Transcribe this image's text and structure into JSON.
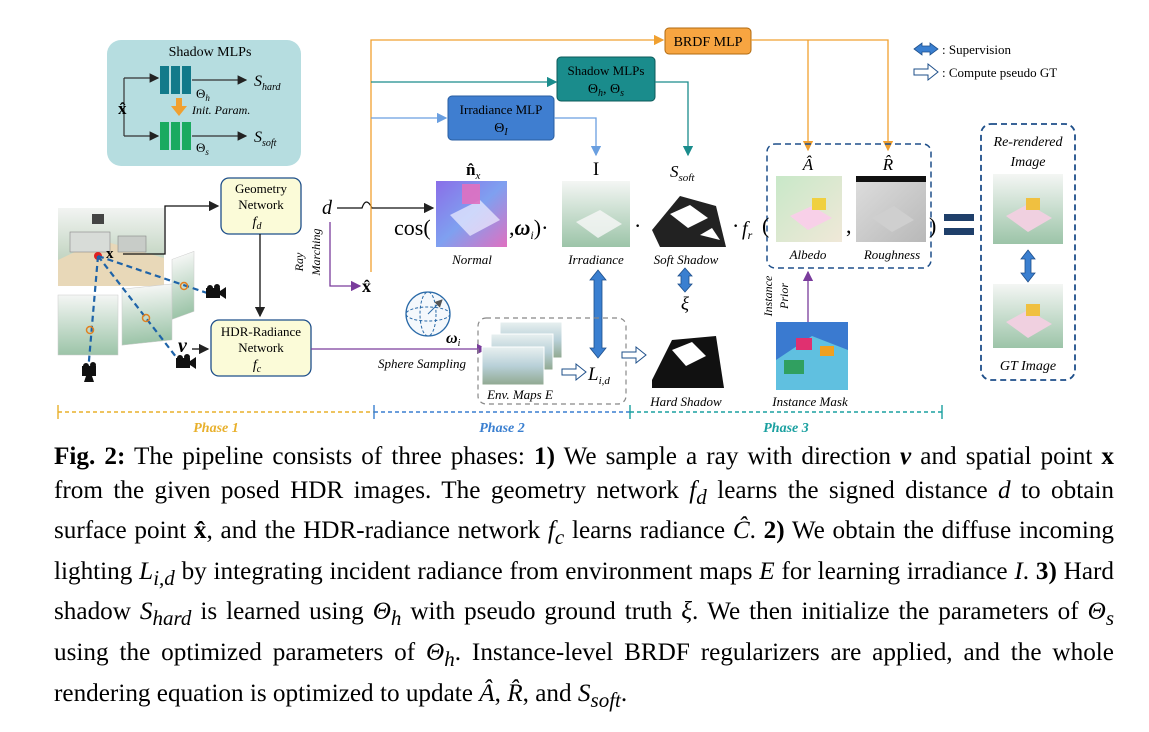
{
  "shadow_inset": {
    "title": "Shadow MLPs",
    "theta_h": "Θ",
    "theta_h_sub": "h",
    "theta_s": "Θ",
    "theta_s_sub": "s",
    "s_hard": "S",
    "s_hard_sub": "hard",
    "s_soft": "S",
    "s_soft_sub": "soft",
    "init_param": "Init. Param.",
    "x_hat": "x̂"
  },
  "nodes": {
    "geometry_network": {
      "line1": "Geometry",
      "line2": "Network",
      "sym": "f",
      "sub": "d"
    },
    "hdr_radiance_network": {
      "line1": "HDR-Radiance",
      "line2": "Network",
      "sym": "f",
      "sub": "c"
    },
    "brdf_mlp": "BRDF MLP",
    "shadow_mlps": {
      "line1": "Shadow MLPs",
      "line2": "Θ",
      "sub1": "h",
      "sep": ", Θ",
      "sub2": "s"
    },
    "irradiance_mlp": {
      "line1": "Irradiance MLP",
      "line2": "Θ",
      "sub": "I"
    }
  },
  "legend": {
    "supervision": ": Supervision",
    "pseudo_gt": ": Compute pseudo GT"
  },
  "labels": {
    "d": "d",
    "x_hat": "x̂",
    "v": "v",
    "ray_marching_1": "Ray",
    "ray_marching_2": "Marching",
    "sphere_sampling": "Sphere Sampling",
    "omega_i": "ω",
    "omega_sub": "i",
    "n_hat": "n̂",
    "n_sub": "x",
    "cos_open": "cos(",
    "comma_omega": ",",
    "paren_dot": ")·",
    "I": "I",
    "s_soft": "S",
    "s_soft_sub": "soft",
    "dot": "·",
    "f_r": "f",
    "f_r_sub": "r",
    "paren_open": "(",
    "comma": ",",
    "paren_close": ")",
    "A_hat": "Â",
    "R_hat": "R̂",
    "xi": "ξ",
    "L": "L",
    "L_sub": "i,d",
    "normal": "Normal",
    "irradiance": "Irradiance",
    "soft_shadow": "Soft Shadow",
    "albedo": "Albedo",
    "roughness": "Roughness",
    "env_maps": "Env. Maps E",
    "hard_shadow": "Hard Shadow",
    "instance_mask": "Instance Mask",
    "instance_prior_1": "Instance",
    "instance_prior_2": "Prior",
    "rerendered_1": "Re-rendered",
    "rerendered_2": "Image",
    "gt_image": "GT Image",
    "phase1": "Phase 1",
    "phase2": "Phase 2",
    "phase3": "Phase 3"
  },
  "colors": {
    "orange": "#f0a030",
    "teal": "#1a8c8c",
    "blue": "#5a8fd8",
    "purple": "#7a3c9c",
    "phase1": "#e8b02c",
    "phase2": "#3a7fd0",
    "phase3": "#1aa0a0",
    "dark_blue": "#1f4f8a"
  },
  "caption": {
    "fig": "Fig. 2:",
    "t1": " The pipeline consists of three phases: ",
    "n1": "1)",
    "t2": " We sample a ray with direction ",
    "v": "v",
    "t3": " and spatial point ",
    "x": "x",
    "t4": " from the given posed HDR images. The geometry network ",
    "fd": "f",
    "fd_sub": "d",
    "t5": " learns the signed distance ",
    "d": "d",
    "t6": " to obtain surface point ",
    "xhat": "x̂",
    "t7": ", and the HDR-radiance network ",
    "fc": "f",
    "fc_sub": "c",
    "t8": " learns radiance ",
    "Chat": "Ĉ",
    "t9": ". ",
    "n2": "2)",
    "t10": " We obtain the diffuse incoming lighting ",
    "L": "L",
    "L_sub": "i,d",
    "t11": " by integrating incident radiance from environment maps ",
    "E": "E",
    "t12": " for learning irradiance ",
    "I": "I",
    "t13": ". ",
    "n3": "3)",
    "t14": " Hard shadow ",
    "S1": "S",
    "S1_sub": "hard",
    "t15": " is learned using ",
    "Th1": "Θ",
    "Th1_sub": "h",
    "t16": " with pseudo ground truth ",
    "xi": "ξ",
    "t17": ". We then initialize the parameters of ",
    "Ts": "Θ",
    "Ts_sub": "s",
    "t18": " using the optimized parameters of ",
    "Th2": "Θ",
    "Th2_sub": "h",
    "t19": ". Instance-level BRDF regularizers are applied, and the whole rendering equation is optimized to update ",
    "A": "Â",
    "t20": ", ",
    "R": "R̂",
    "t21": ", and ",
    "S2": "S",
    "S2_sub": "soft",
    "t22": "."
  }
}
